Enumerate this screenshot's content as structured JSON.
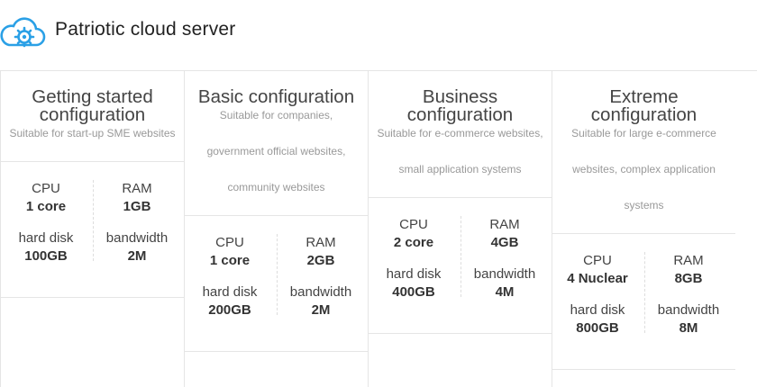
{
  "header": {
    "brand": "Patriotic cloud server",
    "logo_icon": "cloud-gear-icon",
    "accent": "#2aa0e6"
  },
  "plans": [
    {
      "title_lines": [
        "Getting started",
        "configuration"
      ],
      "desc_lines": [
        "Suitable for start-up SME websites"
      ],
      "specs": [
        {
          "label": "CPU",
          "value": "1 core"
        },
        {
          "label": "RAM",
          "value": "1GB"
        },
        {
          "label": "hard disk",
          "value": "100GB"
        },
        {
          "label": "bandwidth",
          "value": "2M"
        }
      ]
    },
    {
      "title_lines": [
        "Basic configuration"
      ],
      "desc_lines": [
        "Suitable for companies,",
        "government official websites,",
        "community websites"
      ],
      "specs": [
        {
          "label": "CPU",
          "value": "1 core"
        },
        {
          "label": "RAM",
          "value": "2GB"
        },
        {
          "label": "hard disk",
          "value": "200GB"
        },
        {
          "label": "bandwidth",
          "value": "2M"
        }
      ]
    },
    {
      "title_lines": [
        "Business",
        "configuration"
      ],
      "desc_lines": [
        "Suitable for e-commerce websites,",
        "small application systems"
      ],
      "specs": [
        {
          "label": "CPU",
          "value": "2 core"
        },
        {
          "label": "RAM",
          "value": "4GB"
        },
        {
          "label": "hard disk",
          "value": "400GB"
        },
        {
          "label": "bandwidth",
          "value": "4M"
        }
      ]
    },
    {
      "title_lines": [
        "Extreme",
        "configuration"
      ],
      "desc_lines": [
        "Suitable for large e-commerce",
        "websites, complex application",
        "systems"
      ],
      "specs": [
        {
          "label": "CPU",
          "value": "4 Nuclear"
        },
        {
          "label": "RAM",
          "value": "8GB"
        },
        {
          "label": "hard disk",
          "value": "800GB"
        },
        {
          "label": "bandwidth",
          "value": "8M"
        }
      ]
    }
  ]
}
